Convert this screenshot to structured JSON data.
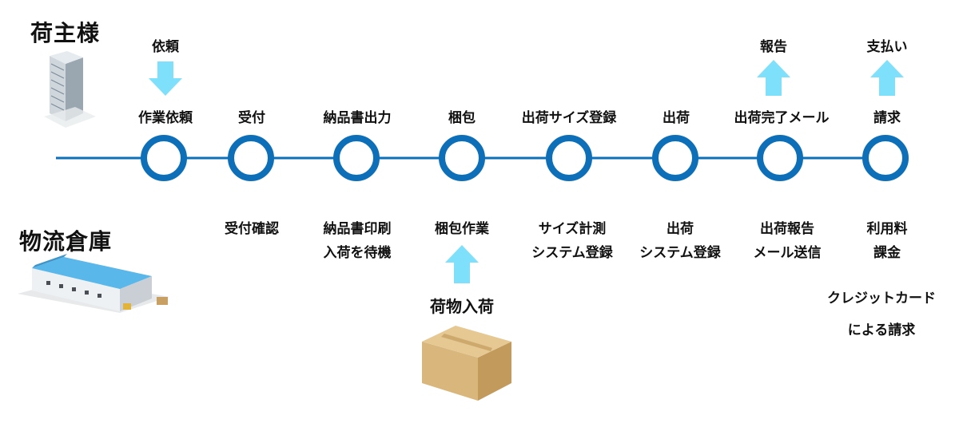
{
  "shipper": {
    "label": "荷主様"
  },
  "warehouse": {
    "label": "物流倉庫"
  },
  "request_label": "依頼",
  "report_label": "報告",
  "payment_label": "支払い",
  "goods_arrival_label": "荷物入荷",
  "credit_card_note": [
    "クレジットカード",
    "による請求"
  ],
  "steps": [
    {
      "label": "作業依頼",
      "tasks": []
    },
    {
      "label": "受付",
      "tasks": [
        "受付確認"
      ]
    },
    {
      "label": "納品書出力",
      "tasks": [
        "納品書印刷",
        "入荷を待機"
      ]
    },
    {
      "label": "梱包",
      "tasks": [
        "梱包作業"
      ]
    },
    {
      "label": "出荷サイズ登録",
      "tasks": [
        "サイズ計測",
        "システム登録"
      ]
    },
    {
      "label": "出荷",
      "tasks": [
        "出荷",
        "システム登録"
      ]
    },
    {
      "label": "出荷完了メール",
      "tasks": [
        "出荷報告",
        "メール送信"
      ]
    },
    {
      "label": "請求",
      "tasks": [
        "利用料",
        "課金"
      ]
    }
  ],
  "colors": {
    "timeline": "#0d6fb8",
    "arrow": "#7fe0fb",
    "node_fill": "#ffffff"
  }
}
